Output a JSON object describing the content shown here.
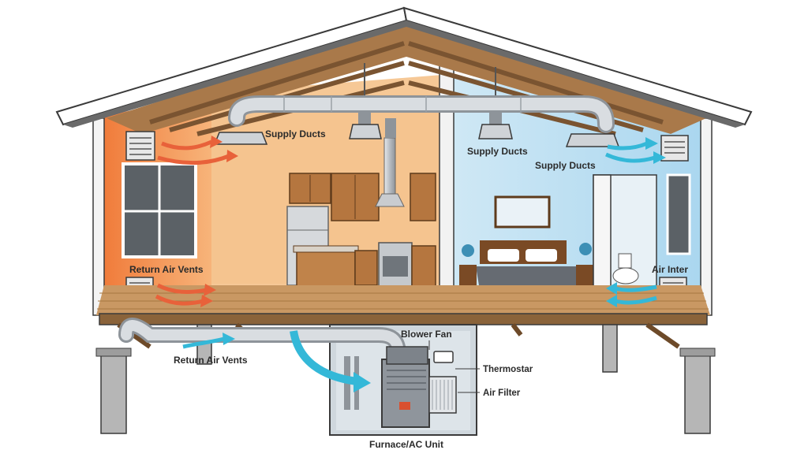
{
  "labels": {
    "supply_ducts_left": "Supply Ducts",
    "supply_ducts_center": "Supply Ducts",
    "supply_ducts_right": "Supply Ducts",
    "return_air_vents_left": "Return Air Vents",
    "return_air_vents_bottom": "Return Air Vents",
    "air_intake_right": "Air Inter",
    "blower_fan": "Blower Fan",
    "thermostat": "Thermostar",
    "air_filter": "Air Filter",
    "furnace_ac_unit": "Furnace/AC Unit"
  },
  "colors": {
    "warm_wall": "#f59a4e",
    "warm_room": "#f7c99a",
    "cool_room": "#bfe0f2",
    "wood": "#b98a55",
    "floor": "#c99863",
    "duct": "#b9bdc2",
    "warm_arrow": "#e8613a",
    "cool_arrow": "#34b8d8",
    "furnace": "#8f959c",
    "outline": "#3a3a3a"
  }
}
